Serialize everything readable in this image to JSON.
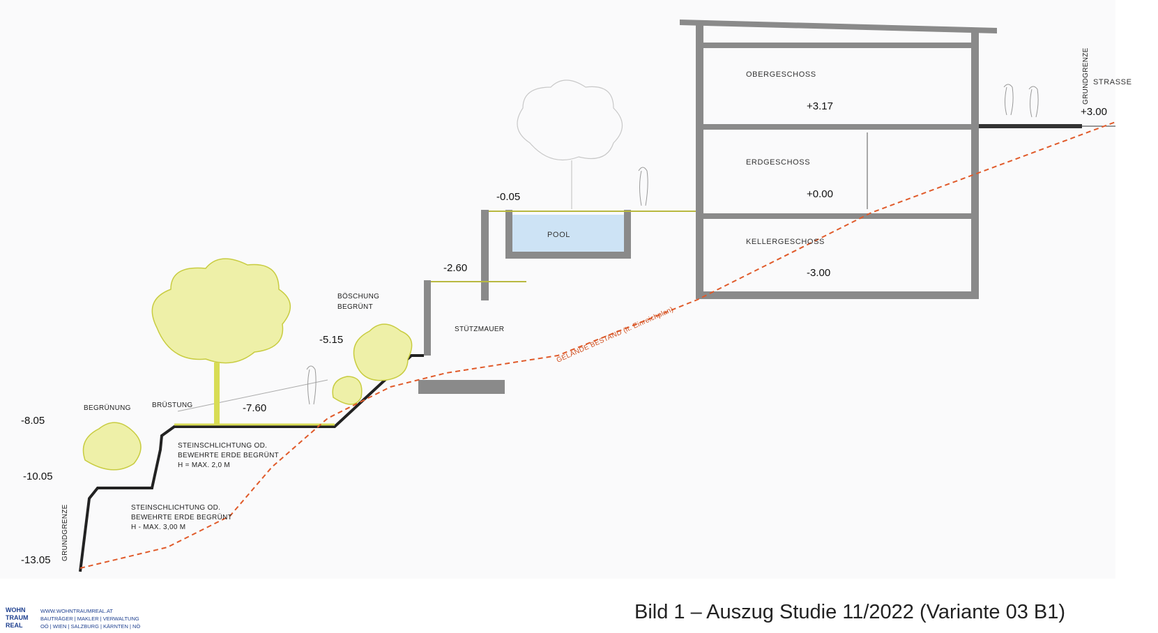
{
  "labels": {
    "obergeschoss": "OBERGESCHOSS",
    "erdgeschoss": "ERDGESCHOSS",
    "kellergeschoss": "KELLERGESCHOSS",
    "pool": "POOL",
    "strasse": "STRASSE",
    "grundgrenze_right": "GRUNDGRENZE",
    "grundgrenze_left": "GRUNDGRENZE",
    "stuetzmauer": "STÜTZMAUER",
    "boeschung_1": "BÖSCHUNG",
    "boeschung_2": "BEGRÜNT",
    "begruenung": "BEGRÜNUNG",
    "bruestung": "BRÜSTUNG",
    "steinschlichtung_upper_1": "STEINSCHLICHTUNG OD.",
    "steinschlichtung_upper_2": "BEWEHRTE ERDE BEGRÜNT",
    "steinschlichtung_upper_3": "H = MAX. 2,0 M",
    "steinschlichtung_lower_1": "STEINSCHLICHTUNG OD.",
    "steinschlichtung_lower_2": "BEWEHRTE ERDE BEGRÜNT",
    "steinschlichtung_lower_3": "H - MAX. 3,00 M",
    "gelaende": "GELÄNDE BESTAND (lt. Einreichplan)"
  },
  "levels": {
    "og": "+3.17",
    "eg": "+0.00",
    "kg": "-3.00",
    "street": "+3.00",
    "pool_top": "-0.05",
    "terrace": "-2.60",
    "slope": "-5.15",
    "garden": "-7.60",
    "l1": "-8.05",
    "l2": "-10.05",
    "l3": "-13.05"
  },
  "caption": "Bild 1 – Auszug Studie 11/2022 (Variante 03 B1)",
  "logo": {
    "line1": "WOHN",
    "line2": "TRAUM",
    "line3": "REAL",
    "url": "WWW.WOHNTRAUMREAL.AT",
    "services": "BAUTRÄGER | MAKLER | VERWALTUNG",
    "regions": "OÖ | WIEN | SALZBURG | KÄRNTEN | NÖ"
  },
  "colors": {
    "wall": "#8a8a8a",
    "terrain_line": "#e05a2a",
    "greenery": "#d8dc55",
    "pool_water": "#cde3f5",
    "logo_blue": "#1d3f8f"
  }
}
